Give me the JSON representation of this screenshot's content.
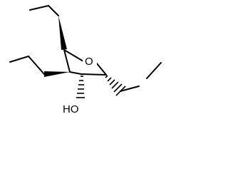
{
  "diagram": {
    "type": "structural-formula",
    "atoms": {
      "ring_oxygen": "O",
      "hydroxyl": "HO"
    },
    "colors": {
      "bond": "#000000",
      "label": "#000000",
      "background": "#ffffff"
    }
  }
}
